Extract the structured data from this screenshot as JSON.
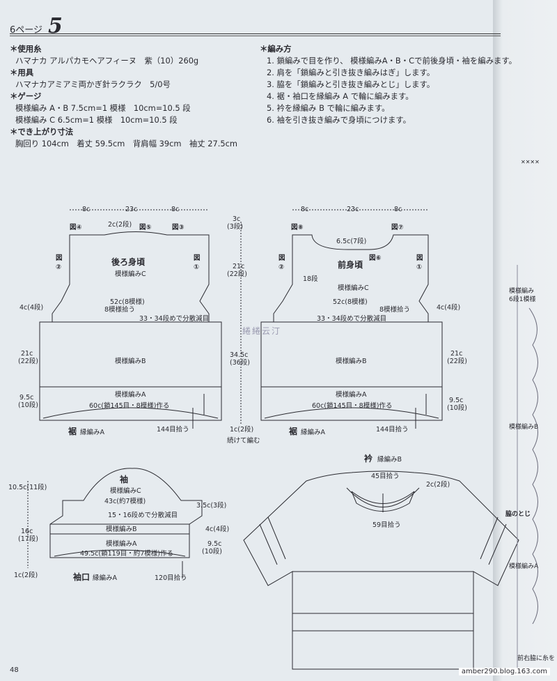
{
  "header": {
    "page_label": "6ページ",
    "pattern_no": "5"
  },
  "materials": {
    "yarn_heading": "＊使用糸",
    "yarn": "ハマナカ アルパカモヘアフィーヌ　紫（10）260g",
    "tools_heading": "＊用具",
    "tools": "ハマナカアミアミ両かぎ針ラクラク　5/0号",
    "gauge_heading": "＊ゲージ",
    "gauge_ab": "模様編み A・B 7.5cm=1 模様　10cm=10.5 段",
    "gauge_c": "模様編み C 6.5cm=1 模様　10cm=10.5 段",
    "size_heading": "＊でき上がり寸法",
    "size": "胸回り 104cm　着丈 59.5cm　背肩幅 39cm　袖丈 27.5cm"
  },
  "steps": {
    "heading": "＊編み方",
    "items": [
      "1. 鎖編みで目を作り、 模様編みA・B・Cで前後身頃・袖を編みます。",
      "2. 肩を「鎖編みと引き抜き編みはぎ」します。",
      "3. 脇を「鎖編みと引き抜き編みとじ」します。",
      "4. 裾・袖口を縁編み A で輪に編みます。",
      "5. 衿を縁編み B で輪に編みます。",
      "6. 袖を引き抜き編みで身頃につけます。"
    ]
  },
  "back": {
    "title": "後ろ身頃",
    "sub": "模様編みC",
    "top_left": "8c",
    "top_mid": "23c",
    "top_right": "8c",
    "neck": "2c(2段)",
    "fig4": "図④",
    "fig5": "図⑤",
    "fig3": "図③",
    "fig2": "図",
    "fig2n": "②",
    "fig1": "図",
    "fig1n": "①",
    "armhole": "4c(4段)",
    "c_width": "52c(8模様)",
    "pickup": "8模様拾う",
    "decrease": "33・34段めで分散減目",
    "b_height": "21c",
    "b_rows": "(22段)",
    "b_label": "模様編みB",
    "a_height": "9.5c",
    "a_rows": "(10段)",
    "a_label": "模様編みA",
    "cast_on": "60c(鎖145目・8模様)作る",
    "hem": "裾",
    "hem_sub": "縁編みA",
    "pick144": "144目拾う"
  },
  "center": {
    "top": "3c",
    "top_rows": "(3段)",
    "mid": "21c",
    "mid_rows": "(22段)",
    "total": "34.5c",
    "total_rows": "(36段)",
    "bottom": "1c(2段)",
    "cont": "続けて編む"
  },
  "front": {
    "title": "前身頃",
    "sub": "模様編みC",
    "top_left": "8c",
    "top_mid": "23c",
    "top_right": "8c",
    "neck": "6.5c(7段)",
    "fig8": "図⑧",
    "fig7": "図⑦",
    "fig6": "図⑥",
    "fig2": "図",
    "fig2n": "②",
    "fig1": "図",
    "fig1n": "①",
    "rows18": "18段",
    "armhole": "4c(4段)",
    "c_width": "52c(8模様)",
    "pickup": "8模様拾う",
    "decrease": "33・34段めで分散減目",
    "b_height": "21c",
    "b_rows": "(22段)",
    "b_label": "模様編みB",
    "a_height": "9.5c",
    "a_rows": "(10段)",
    "a_label": "模様編みA",
    "cast_on": "60c(鎖145目・8模様)作る",
    "hem": "裾",
    "hem_sub": "縁編みA",
    "pick144": "144目拾う"
  },
  "sleeve": {
    "title": "袖",
    "sub": "模様編みC",
    "cap": "10.5c(11段)",
    "c_width": "43c(約7模様)",
    "right_top": "3.5c(3段)",
    "decrease": "15・16段めで分散減目",
    "body": "16c",
    "body_rows": "(17段)",
    "armhole": "4c(4段)",
    "b_label": "模様編みB",
    "a_label": "模様編みA",
    "cuff_height": "9.5c",
    "cuff_rows": "(10段)",
    "cast_on": "49.5c(鎖119目・約7模様)作る",
    "bottom": "1c(2段)",
    "cuff": "袖口",
    "cuff_sub": "縁編みA",
    "pick120": "120目拾う"
  },
  "collar": {
    "title": "衿",
    "sub": "縁編みB",
    "pick45": "45目拾う",
    "width": "2c(2段)",
    "pick59": "59目拾う"
  },
  "side_chart": {
    "label1": "模様編み",
    "label1b": "6段1模様",
    "label2": "模様編みB",
    "label3": "脇のとじ",
    "label4": "模様編みA",
    "note": "前右脇に糸を"
  },
  "footer": {
    "page_number": "48",
    "site": "amber290.blog.163.com",
    "watermark": "綣綣云汀"
  },
  "colors": {
    "ink": "#2a2a30",
    "paper": "#e6ebef"
  }
}
